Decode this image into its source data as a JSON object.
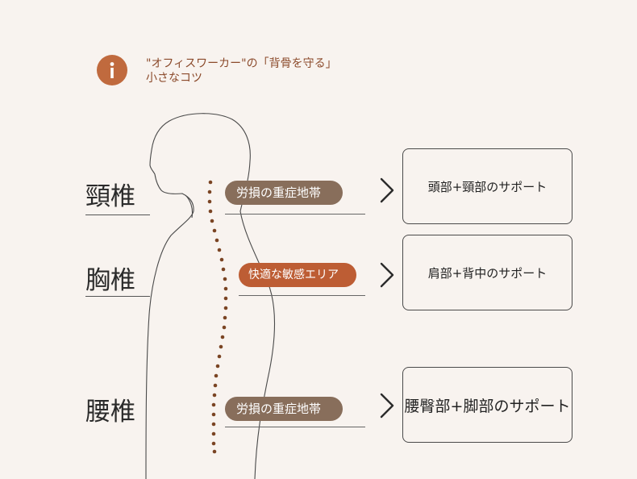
{
  "header": {
    "line1": "\"オフィスワーカー\"の「背骨を守る」",
    "line2": "小さなコツ"
  },
  "icons": {
    "info": "info-icon",
    "chevron": "chevron-right-icon"
  },
  "colors": {
    "background": "#f8f3ef",
    "accent": "#c06a3e",
    "pill_dark": "#886e5b",
    "pill_orange": "#bd5d34",
    "spine_dots": "#7a4423"
  },
  "sections": [
    {
      "vertebra": "頸椎",
      "tag": "労損の重症地帯",
      "support": "頭部+頸部のサポート"
    },
    {
      "vertebra": "胸椎",
      "tag": "快適な敏感エリア",
      "support": "肩部+背中のサポート"
    },
    {
      "vertebra": "腰椎",
      "tag": "労損の重症地帯",
      "support": "腰臀部+脚部のサポート"
    }
  ]
}
